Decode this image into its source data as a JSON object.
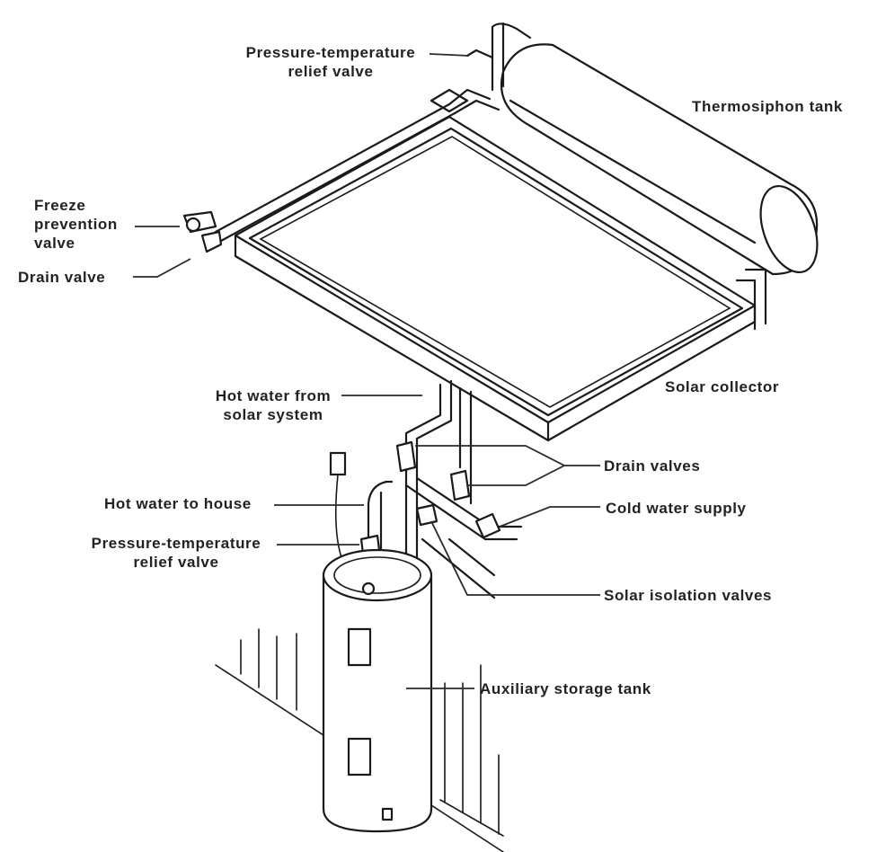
{
  "labels": {
    "ptrv_top": "Pressure-temperature relief valve",
    "ptrv_top_line1": "Pressure-temperature",
    "ptrv_top_line2": "relief valve",
    "thermosiphon_tank": "Thermosiphon tank",
    "freeze_line1": "Freeze",
    "freeze_line2": "prevention",
    "freeze_line3": "valve",
    "drain_valve": "Drain valve",
    "hot_from_solar_line1": "Hot water from",
    "hot_from_solar_line2": "solar system",
    "solar_collector": "Solar collector",
    "drain_valves": "Drain valves",
    "hot_to_house": "Hot water to house",
    "cold_water_supply": "Cold water supply",
    "ptrv_bottom_line1": "Pressure-temperature",
    "ptrv_bottom_line2": "relief valve",
    "solar_isolation_valves": "Solar isolation valves",
    "auxiliary_storage_tank": "Auxiliary storage tank"
  },
  "colors": {
    "ink": "#1a1a1a",
    "background": "#ffffff"
  }
}
